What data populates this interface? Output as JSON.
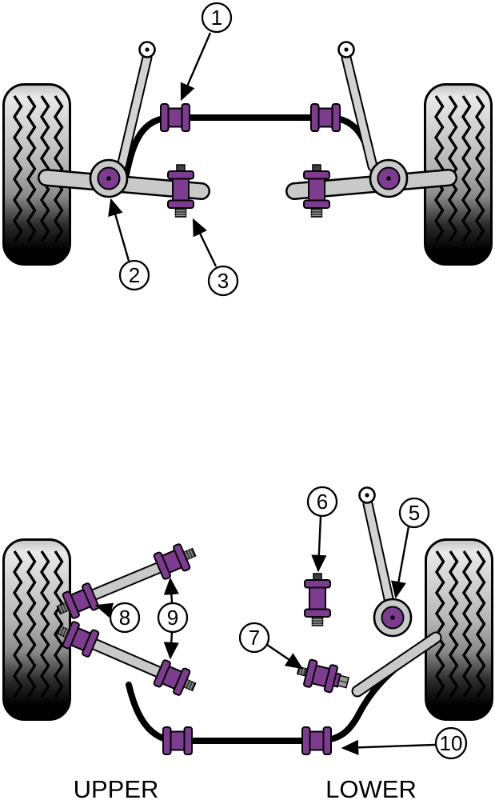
{
  "diagram": {
    "type": "suspension-bushing-diagram",
    "front": {
      "callouts": [
        {
          "label": "1"
        },
        {
          "label": "2"
        },
        {
          "label": "3"
        }
      ]
    },
    "rear": {
      "callouts": [
        {
          "label": "5"
        },
        {
          "label": "6"
        },
        {
          "label": "7"
        },
        {
          "label": "8"
        },
        {
          "label": "9"
        },
        {
          "label": "10"
        }
      ],
      "caption_left": "UPPER",
      "caption_right": "LOWER"
    },
    "colors": {
      "bushing_purple": "#7d3c90",
      "arm_gray": "#c9c9c9",
      "tire_light": "#e9e9e9",
      "hardware_dark": "#3f3f3f",
      "outline": "#000000",
      "background": "#ffffff"
    }
  }
}
